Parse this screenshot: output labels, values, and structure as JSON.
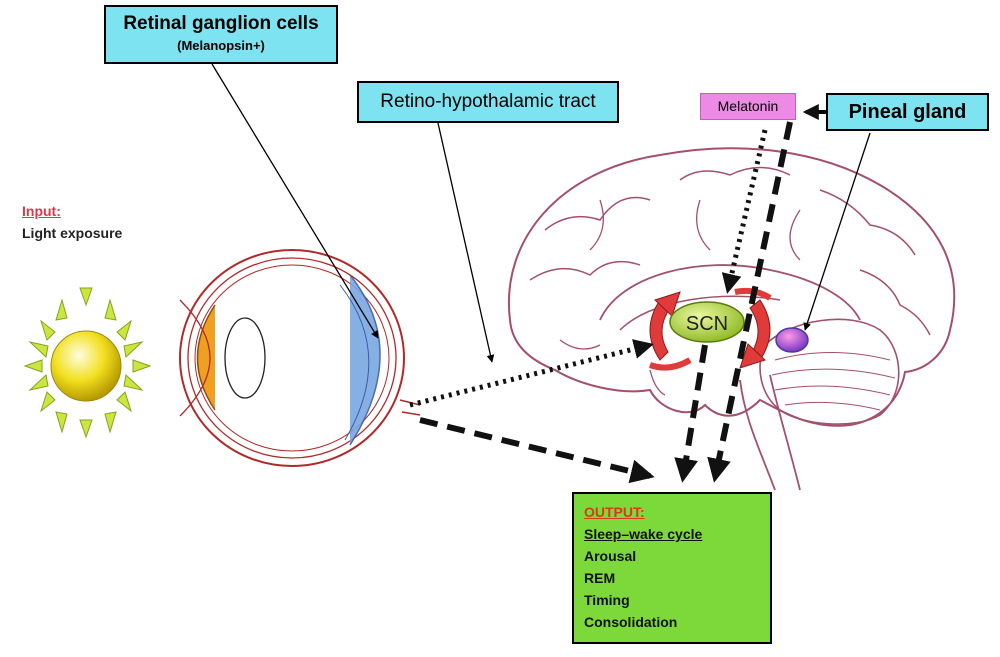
{
  "labels": {
    "retinal_ganglion_title": "Retinal ganglion cells",
    "retinal_ganglion_sub": "(Melanopsin+)",
    "retino_tract": "Retino-hypothalamic tract",
    "pineal_gland": "Pineal gland",
    "melatonin": "Melatonin",
    "scn": "SCN",
    "input_label": "Input:",
    "input_value": "Light exposure"
  },
  "output": {
    "label": "OUTPUT:",
    "subtitle": "Sleep–wake cycle",
    "items": [
      "Arousal",
      "REM",
      "Timing",
      "Consolidation"
    ]
  },
  "colors": {
    "label_box": "#7ee3f0",
    "melatonin_box": "#ec8ae6",
    "output_box": "#7dd93a",
    "scn_fill": "#a8d030",
    "pineal_fill": "#c040c8",
    "sun_fill": "#f2e020",
    "brain_outline": "#a3506a",
    "eye_outline": "#b02a2a",
    "retina_fill": "#7aa8e0",
    "lens_fill": "#f0a020",
    "loop_arrow": "#e03a3a"
  },
  "icons": [
    "sun-icon",
    "eye-icon",
    "brain-icon",
    "scn-nucleus-icon",
    "pineal-gland-icon"
  ]
}
